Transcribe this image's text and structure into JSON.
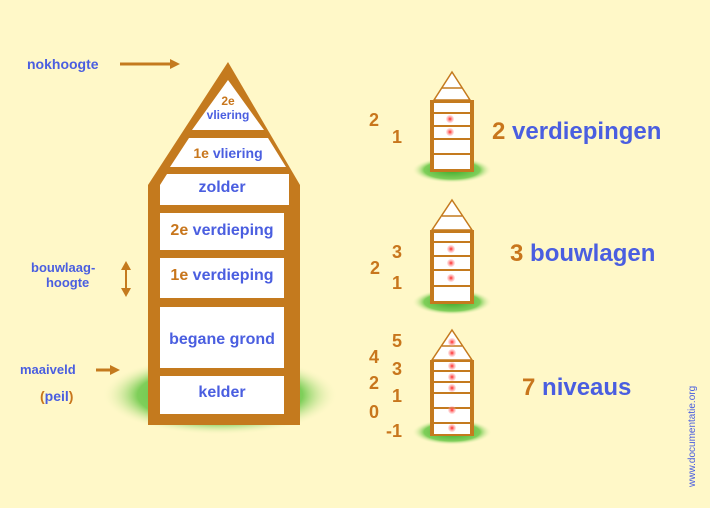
{
  "labels": {
    "nokhoogte": "nokhoogte",
    "bouwlaaghoogte_1": "bouwlaag-",
    "bouwlaaghoogte_2": "hoogte",
    "maaiveld": "maaiveld",
    "peil_open": "(",
    "peil": "peil",
    "peil_close": ")"
  },
  "rooms": {
    "vliering2_num": "2e",
    "vliering2": "vliering",
    "vliering1_num": "1e",
    "vliering1": " vliering",
    "zolder": "zolder",
    "verdieping2_num": "2e",
    "verdieping2": " verdieping",
    "verdieping1_num": "1e",
    "verdieping1": " verdieping",
    "begane_grond": "begane grond",
    "kelder": "kelder"
  },
  "examples": {
    "verdiepingen": {
      "count": "2",
      "word": " verdiepingen",
      "numbers": [
        "2",
        "1"
      ]
    },
    "bouwlagen": {
      "count": "3",
      "word": " bouwlagen",
      "numbers": [
        "3",
        "2",
        "1"
      ]
    },
    "niveaus": {
      "count": "7",
      "word": " niveaus",
      "numbers_left": [
        "4",
        "2",
        "0"
      ],
      "numbers_right": [
        "5",
        "3",
        "1",
        "-1"
      ]
    }
  },
  "credit": "www.documentatie.org",
  "colors": {
    "background": "#fff8c8",
    "wood": "#c47a1e",
    "text_blue": "#4a5ee0",
    "text_orange": "#c8761c",
    "grass": "#4caf3a",
    "dot": "#e02020"
  }
}
